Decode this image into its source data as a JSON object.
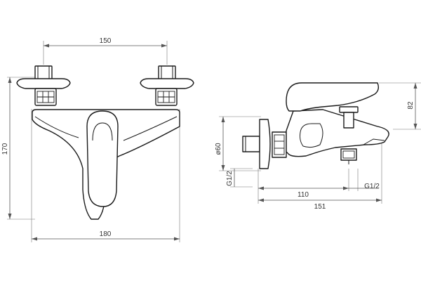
{
  "drawing": {
    "front_view": {
      "dim_top": "150",
      "dim_left": "170",
      "dim_bottom": "180"
    },
    "side_view": {
      "dim_diameter": "ø60",
      "dim_thread_left": "G1/2",
      "dim_thread_right": "G1/2",
      "dim_right": "82",
      "dim_inner": "110",
      "dim_overall": "151"
    },
    "colors": {
      "line": "#1a1a1a",
      "dimension": "#555555",
      "background": "#ffffff"
    }
  }
}
